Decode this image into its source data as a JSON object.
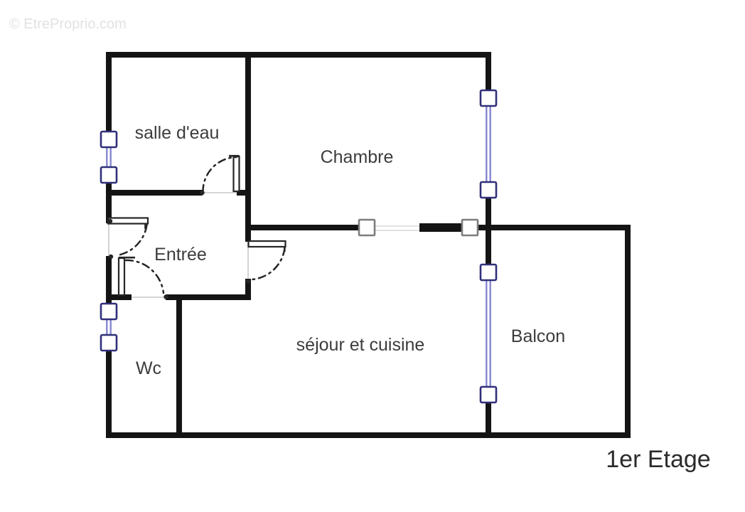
{
  "watermark": "© EtreProprio.com",
  "floor_label": "1er Etage",
  "rooms": {
    "salle_deau": {
      "label": "salle d'eau"
    },
    "chambre": {
      "label": "Chambre"
    },
    "entree": {
      "label": "Entrée"
    },
    "wc": {
      "label": "Wc"
    },
    "sejour": {
      "label": "séjour et cuisine"
    },
    "balcon": {
      "label": "Balcon"
    }
  },
  "colors": {
    "background": "#ffffff",
    "wall": "#141414",
    "door": "#262626",
    "opening_line": "#c9c9c9",
    "window_frame": "#30307a",
    "window_pane": "#8486d0",
    "slider_frame": "#7d7d7d",
    "slider_track": "#d9d9d9",
    "label_text": "#3c3c3c",
    "floor_text": "#2b2b2b",
    "watermark_text": "#e2e2e2"
  }
}
